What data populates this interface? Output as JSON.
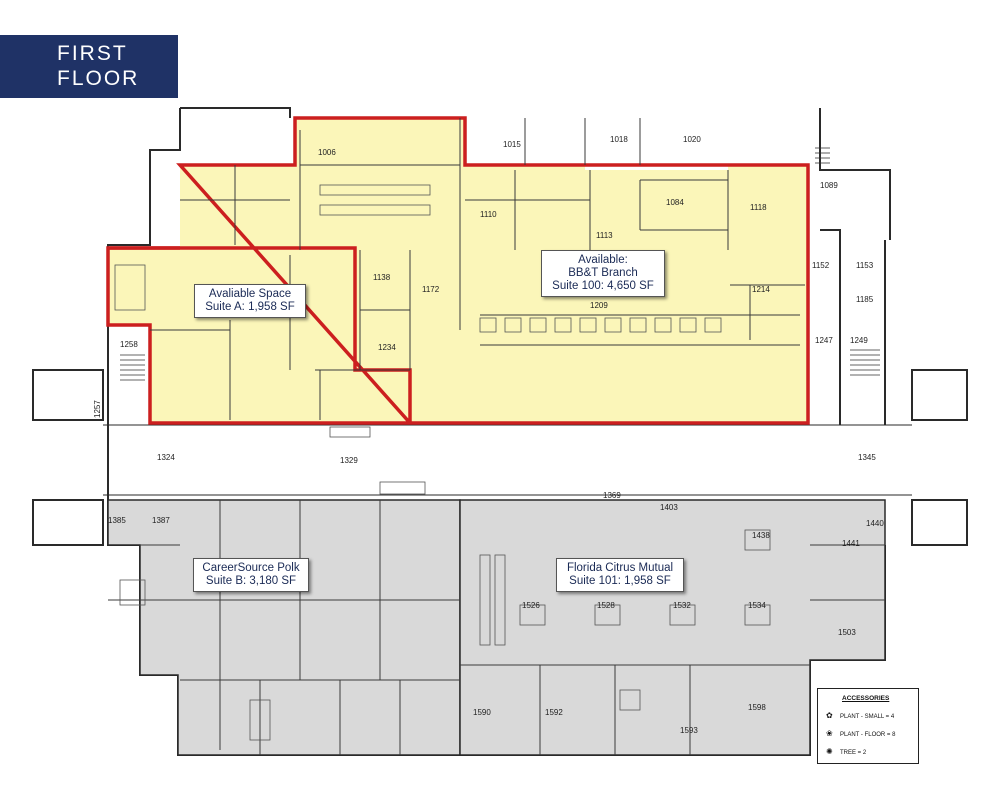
{
  "title": {
    "line1": "FIRST",
    "line2": "FLOOR"
  },
  "colors": {
    "title_bg": "#1f3266",
    "available_fill": "#fbf6b9",
    "available_outline": "#cc1f1f",
    "leased_fill": "#d9d9d9",
    "wall": "#2a2a2a"
  },
  "suites": [
    {
      "line1": "Avaliable Space",
      "line2": "Suite A: 1,958 SF"
    },
    {
      "line1": "Available:",
      "line2": "BB&T Branch",
      "line3": "Suite 100: 4,650 SF"
    },
    {
      "line1": "CareerSource Polk",
      "line2": "Suite B: 3,180 SF"
    },
    {
      "line1": "Florida Citrus Mutual",
      "line2": "Suite 101: 1,958 SF"
    }
  ],
  "rooms": [
    "1006",
    "1015",
    "1018",
    "1020",
    "1089",
    "1110",
    "1113",
    "1084",
    "1118",
    "1152",
    "1153",
    "1185",
    "1138",
    "1172",
    "1209",
    "1214",
    "1234",
    "1247",
    "1249",
    "1258",
    "1257",
    "1324",
    "1329",
    "1345",
    "1385",
    "1387",
    "1369",
    "1403",
    "1438",
    "1441",
    "1440",
    "1526",
    "1528",
    "1532",
    "1534",
    "1503",
    "1590",
    "1592",
    "1593",
    "1598"
  ],
  "legend": {
    "title": "ACCESSORIES",
    "items": [
      "PLANT - SMALL = 4",
      "PLANT - FLOOR = 8",
      "TREE = 2"
    ]
  }
}
